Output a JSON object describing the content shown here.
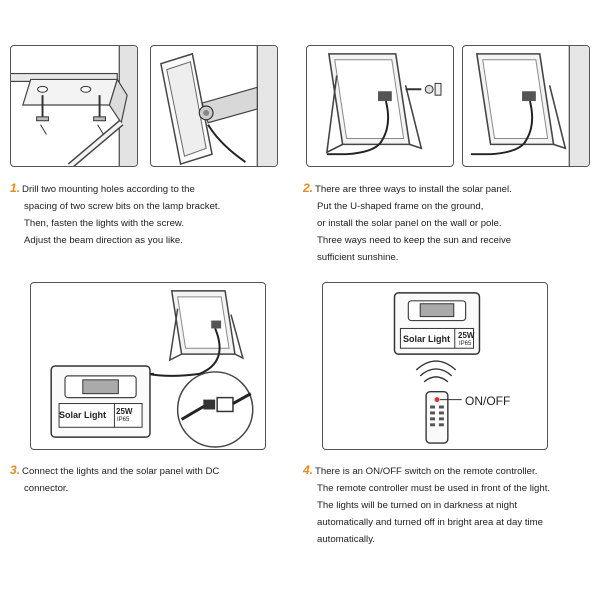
{
  "steps": [
    {
      "number": "1.",
      "lines": [
        "Drill two mounting holes according to the",
        "spacing of two screw bits on the lamp bracket.",
        "Then, fasten the lights with the screw.",
        "Adjust the beam direction as you like."
      ]
    },
    {
      "number": "2.",
      "lines": [
        "There are three ways to install the solar panel.",
        "Put the U-shaped frame on the ground,",
        "or install the solar panel on the wall or pole.",
        "Three ways need to keep the sun and receive",
        "sufficient sunshine."
      ]
    },
    {
      "number": "3.",
      "lines": [
        "Connect the lights and the solar panel with DC",
        "connector."
      ]
    },
    {
      "number": "4.",
      "lines": [
        "There is an ON/OFF switch on the remote controller.",
        "The remote controller must be used in front of the light.",
        "The lights will be turned on in darkness at night",
        "automatically and turned off in bright area at day time",
        "automatically."
      ]
    }
  ],
  "product_label": {
    "name": "Solar Light",
    "wattage": "25W",
    "rating": "IP65"
  },
  "remote_label": "ON/OFF",
  "colors": {
    "step_number": "#e88a1e",
    "border": "#555555"
  }
}
